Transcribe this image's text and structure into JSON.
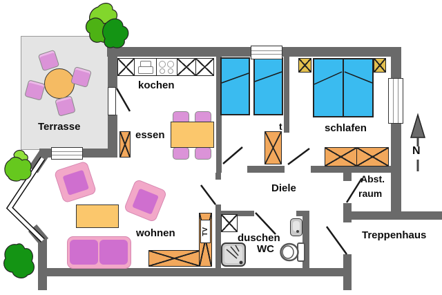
{
  "rooms": {
    "terrace": "Terrasse",
    "kitchen": "kochen",
    "dining": "essen",
    "bedroom_small_partial_label": "t",
    "bedroom": "schlafen",
    "hallway": "Diele",
    "storage_line1": "Abst.",
    "storage_line2": "raum",
    "living": "wohnen",
    "bath_line1": "duschen",
    "bath_line2": "WC",
    "stairwell": "Treppenhaus"
  },
  "annotations": {
    "tv": "TV",
    "north": "N"
  },
  "colors": {
    "wall": "#6a6a6a",
    "floor": "#ffffff",
    "terrace_gray": "#e4e4e4",
    "bed_blue": "#3abbf0",
    "cabinet_orange": "#f2a85c",
    "table_orange": "#fbc76c",
    "chair_pink": "#db93d8",
    "sofa_pink": "#f2a8c8",
    "cushion_magenta": "#cf6fcf",
    "nightstand_yellow": "#e4c04e",
    "bush_light_green": "#82d62c",
    "bush_mid_green": "#4db214",
    "bush_dark_green": "#149414",
    "fixture_gray": "#c9c9c9"
  }
}
